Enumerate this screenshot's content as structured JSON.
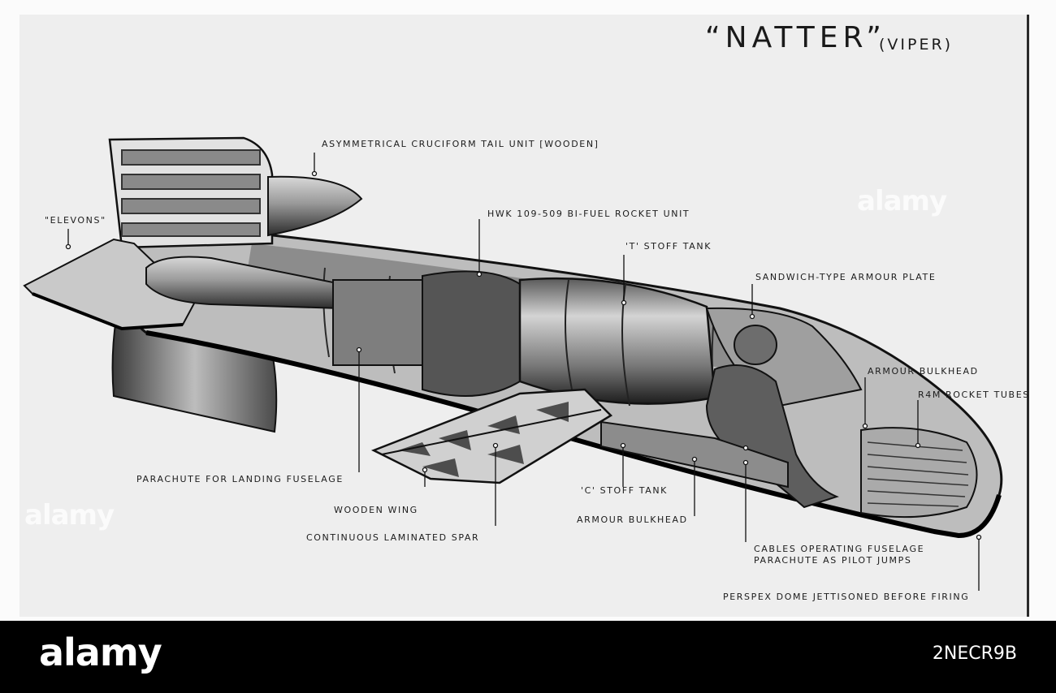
{
  "title": {
    "main": "“NATTER”",
    "sub": "(VIPER)"
  },
  "labels": {
    "tail_unit": "ASYMMETRICAL CRUCIFORM TAIL UNIT [WOODEN]",
    "elevons": "\"ELEVONS\"",
    "rocket_unit": "HWK 109-509 BI-FUEL ROCKET UNIT",
    "t_stoff": "'T' STOFF TANK",
    "armour_plate": "SANDWICH-TYPE ARMOUR PLATE",
    "armour_bulkhead_top": "ARMOUR BULKHEAD",
    "r4m_tubes": "R4M ROCKET TUBES",
    "parachute": "PARACHUTE FOR LANDING FUSELAGE",
    "wooden_wing": "WOODEN WING",
    "spar": "CONTINUOUS LAMINATED SPAR",
    "c_stoff": "'C' STOFF TANK",
    "armour_bulkhead_bottom": "ARMOUR BULKHEAD",
    "cables_line1": "CABLES OPERATING FUSELAGE",
    "cables_line2": "PARACHUTE AS PILOT JUMPS",
    "perspex": "PERSPEX DOME JETTISONED BEFORE FIRING"
  },
  "watermark": {
    "brand": "alamy",
    "image_id": "2NECR9B",
    "overlay": "alamy"
  },
  "colors": {
    "background": "#eeeeee",
    "ink": "#1c1c1c",
    "footer": "#000000"
  }
}
